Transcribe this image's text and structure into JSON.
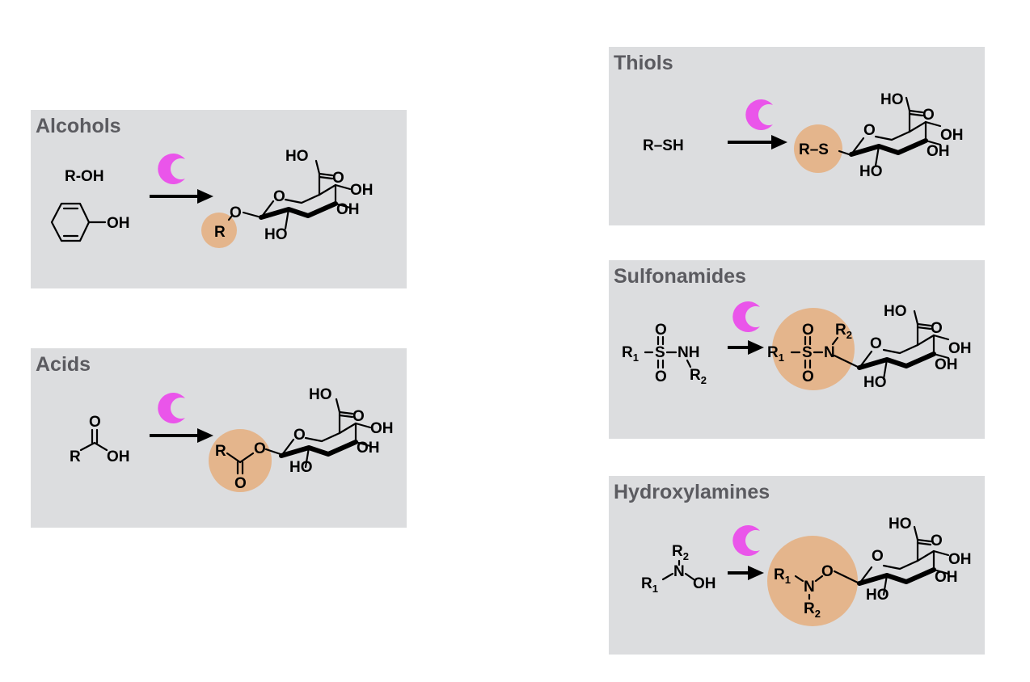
{
  "colors": {
    "panel_bg": "#dcdddf",
    "title": "#5b5b60",
    "highlight": "#e4b58c",
    "enzyme": "#ea55ea"
  },
  "icons": {
    "enzyme": "enzyme-pacman-icon",
    "arrow": "reaction-arrow-icon"
  },
  "glucuronide": {
    "acid_ho": "HO",
    "acid_o": "O",
    "ring_o": "O",
    "oh_a": "OH",
    "oh_b": "OH",
    "ho_c": "HO"
  },
  "panels": {
    "alcohols": {
      "title": "Alcohols",
      "substrate1": "R-OH",
      "substrate2_oh": "OH",
      "link_o": "O",
      "r": "R"
    },
    "acids": {
      "title": "Acids",
      "sub_o": "O",
      "sub_r": "R",
      "sub_oh": "OH",
      "r": "R",
      "o_ester": "O",
      "o_carbonyl": "O"
    },
    "thiols": {
      "title": "Thiols",
      "substrate": "R–SH",
      "product_rs": "R–S"
    },
    "sulfonamides": {
      "title": "Sulfonamides",
      "sub_r1": "R",
      "sub_r1_sub": "1",
      "sub_s": "S",
      "sub_o_top": "O",
      "sub_o_bot": "O",
      "sub_nh": "NH",
      "sub_r2": "R",
      "sub_r2_sub": "2",
      "pr_r1": "R",
      "pr_r1_sub": "1",
      "pr_s": "S",
      "pr_o_top": "O",
      "pr_o_bot": "O",
      "pr_n": "N",
      "pr_r2": "R",
      "pr_r2_sub": "2"
    },
    "hydroxylamines": {
      "title": "Hydroxylamines",
      "sub_r2": "R",
      "sub_r2_sub": "2",
      "sub_n": "N",
      "sub_r1": "R",
      "sub_r1_sub": "1",
      "sub_oh": "OH",
      "pr_r1": "R",
      "pr_r1_sub": "1",
      "pr_n": "N",
      "pr_o": "O",
      "pr_r2": "R",
      "pr_r2_sub": "2"
    }
  }
}
